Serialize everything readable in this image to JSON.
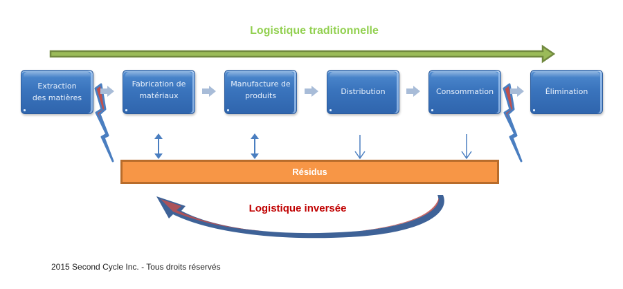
{
  "diagram": {
    "top_label": "Logistique traditionnelle",
    "steps": [
      {
        "label_line1": "Extraction",
        "label_line2": "des matières"
      },
      {
        "label_line1": "Fabrication de",
        "label_line2": "matériaux"
      },
      {
        "label_line1": "Manufacture de",
        "label_line2": "produits"
      },
      {
        "label_line1": "Distribution",
        "label_line2": ""
      },
      {
        "label_line1": "Consommation",
        "label_line2": ""
      },
      {
        "label_line1": "Élimination",
        "label_line2": ""
      }
    ],
    "waste_label": "Résidus",
    "bottom_label": "Logistique inversée",
    "connections_to_waste": [
      {
        "step": "Fabrication de matériaux",
        "type": "bidirectional"
      },
      {
        "step": "Manufacture de produits",
        "type": "bidirectional"
      },
      {
        "step": "Distribution",
        "type": "down"
      },
      {
        "step": "Consommation",
        "type": "down"
      }
    ],
    "colors": {
      "forward_arrow": "#9bbb59",
      "forward_arrow_border": "#71893f",
      "top_label": "#92d050",
      "step_box": "#3a74bd",
      "waste_box": "#f79646",
      "waste_border": "#b86c2b",
      "reverse_arrow": "#3e6297",
      "reverse_arrow_fill": "#c0504d",
      "bottom_label": "#c00000"
    }
  },
  "footer": "2015 Second Cycle Inc. - Tous droits réservés"
}
